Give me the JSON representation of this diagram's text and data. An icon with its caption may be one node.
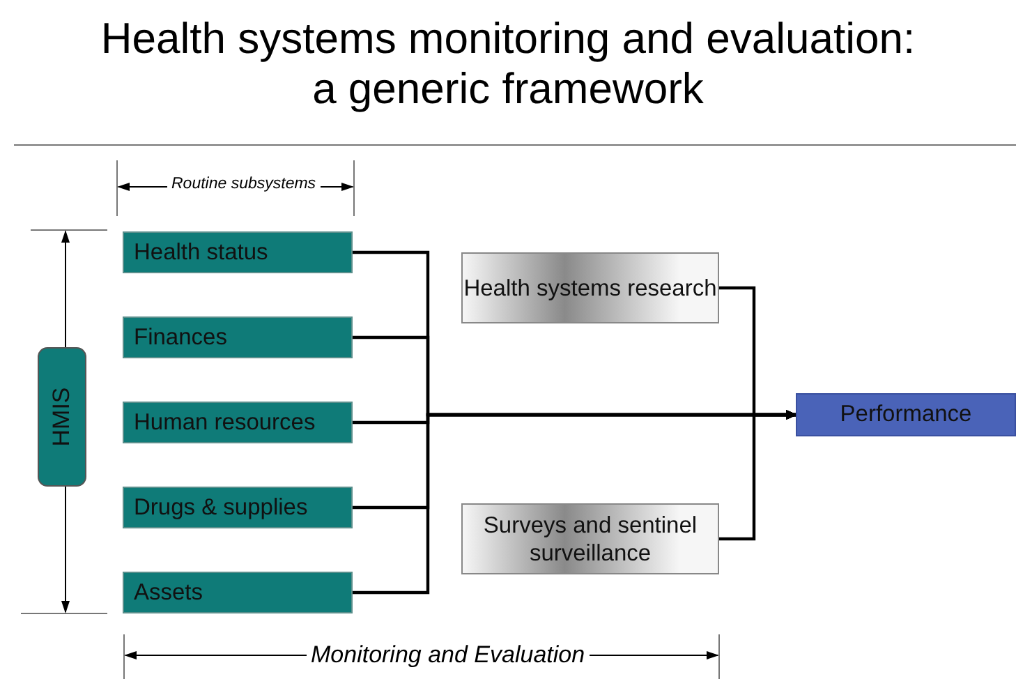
{
  "diagram": {
    "title": "Health systems monitoring and evaluation: a generic framework",
    "nodes": [
      {
        "text": [
          "HMIS"
        ]
      },
      {
        "text": [
          "Health status"
        ]
      },
      {
        "text": [
          "Finances"
        ]
      },
      {
        "text": [
          "Human resources"
        ]
      },
      {
        "text": [
          "Drugs & supplies"
        ]
      },
      {
        "text": [
          "Assets"
        ]
      },
      {
        "text": [
          "Health systems research"
        ]
      },
      {
        "text": [
          "Surveys and sentinel surveillance"
        ]
      },
      {
        "text": [
          "Performance"
        ]
      }
    ],
    "edges": [
      {
        "from": 1,
        "to": 8,
        "arrow": "to"
      },
      {
        "from": 2,
        "to": 8,
        "arrow": "to"
      },
      {
        "from": 3,
        "to": 8,
        "arrow": "to"
      },
      {
        "from": 4,
        "to": 8,
        "arrow": "to"
      },
      {
        "from": 5,
        "to": 8,
        "arrow": "to"
      },
      {
        "from": 6,
        "to": 8,
        "arrow": "to"
      },
      {
        "from": 7,
        "to": 8,
        "arrow": "to"
      }
    ],
    "labels": [
      "Routine subsystems",
      "Monitoring and Evaluation"
    ]
  }
}
